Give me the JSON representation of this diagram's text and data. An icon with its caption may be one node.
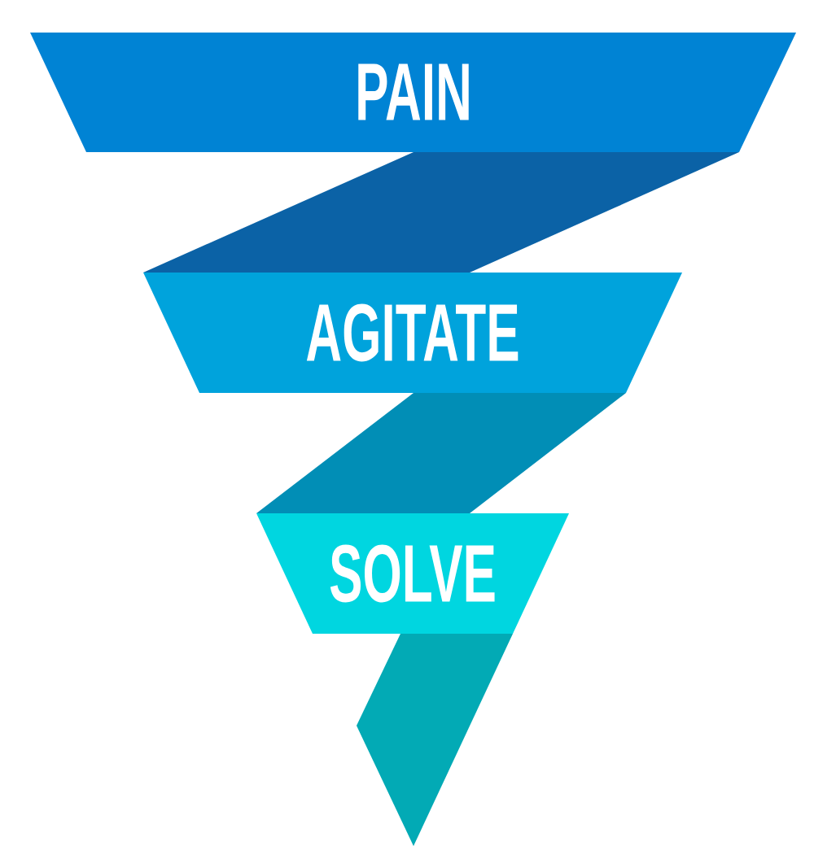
{
  "diagram": {
    "nodes": [
      {
        "text": [
          "PAIN"
        ]
      },
      {
        "text": [
          "AGITATE"
        ]
      },
      {
        "text": [
          "SOLVE"
        ]
      }
    ]
  }
}
